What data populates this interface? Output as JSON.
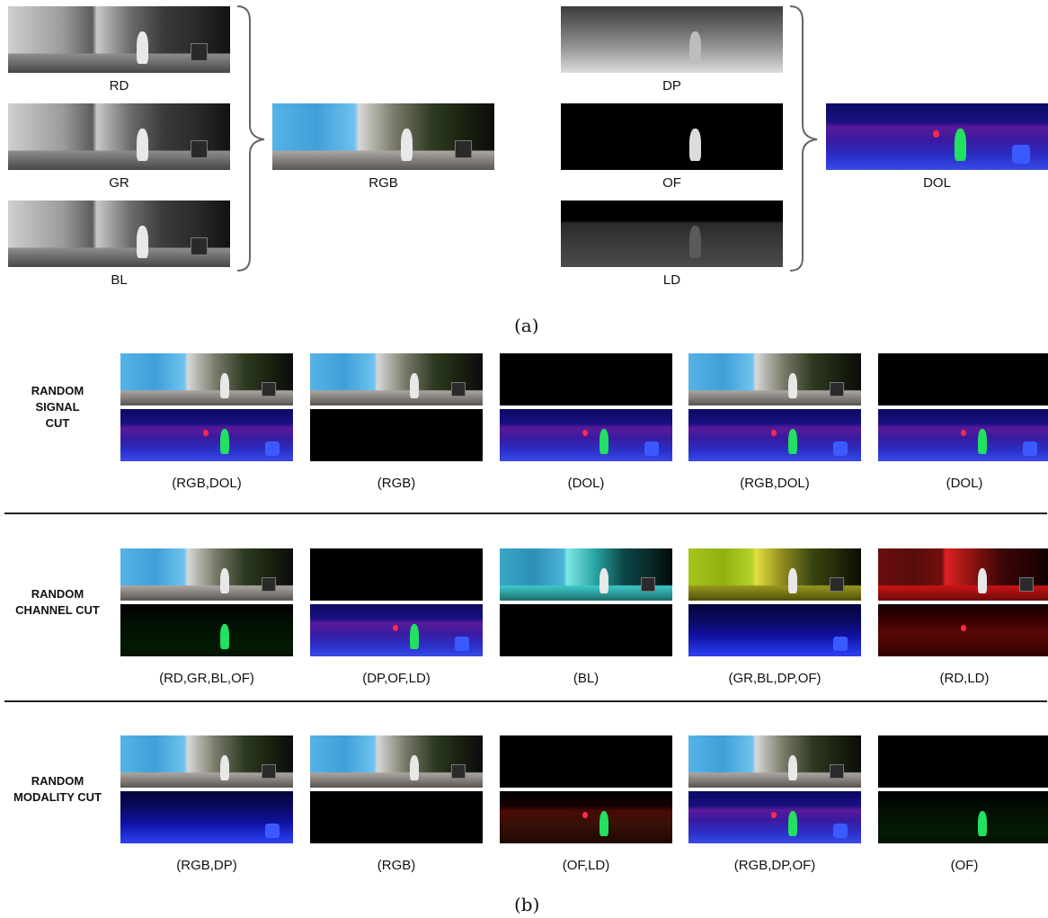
{
  "panel_a": {
    "rgb_inputs": [
      "RD",
      "GR",
      "BL"
    ],
    "rgb_output": "RGB",
    "dol_inputs": [
      "DP",
      "OF",
      "LD"
    ],
    "dol_output": "DOL",
    "caption": "(a)"
  },
  "panel_b": {
    "rows": [
      {
        "title_lines": [
          "RANDOM",
          "SIGNAL",
          "CUT"
        ],
        "columns": [
          {
            "label": "(RGB,DOL)",
            "top": "rgb",
            "bottom": "dol"
          },
          {
            "label": "(RGB)",
            "top": "rgb",
            "bottom": "black"
          },
          {
            "label": "(DOL)",
            "top": "black",
            "bottom": "dol"
          },
          {
            "label": "(RGB,DOL)",
            "top": "rgb",
            "bottom": "dol"
          },
          {
            "label": "(DOL)",
            "top": "black",
            "bottom": "dol"
          }
        ]
      },
      {
        "title_lines": [
          "RANDOM",
          "CHANNEL CUT"
        ],
        "columns": [
          {
            "label": "(RD,GR,BL,OF)",
            "top": "rgb",
            "bottom": "dol-green"
          },
          {
            "label": "(DP,OF,LD)",
            "top": "black",
            "bottom": "dol"
          },
          {
            "label": "(BL)",
            "top": "rgb-cyan",
            "bottom": "black"
          },
          {
            "label": "(GR,BL,DP,OF)",
            "top": "rgb-yellow",
            "bottom": "dol-blue"
          },
          {
            "label": "(RD,LD)",
            "top": "rgb-red",
            "bottom": "dol-red"
          }
        ]
      },
      {
        "title_lines": [
          "RANDOM",
          "MODALITY CUT"
        ],
        "columns": [
          {
            "label": "(RGB,DP)",
            "top": "rgb",
            "bottom": "dol-blue"
          },
          {
            "label": "(RGB)",
            "top": "rgb",
            "bottom": "black"
          },
          {
            "label": "(OF,LD)",
            "top": "black",
            "bottom": "dol-red-green"
          },
          {
            "label": "(RGB,DP,OF)",
            "top": "rgb",
            "bottom": "dol"
          },
          {
            "label": "(OF)",
            "top": "black",
            "bottom": "dol-green"
          }
        ]
      }
    ],
    "caption": "(b)"
  }
}
